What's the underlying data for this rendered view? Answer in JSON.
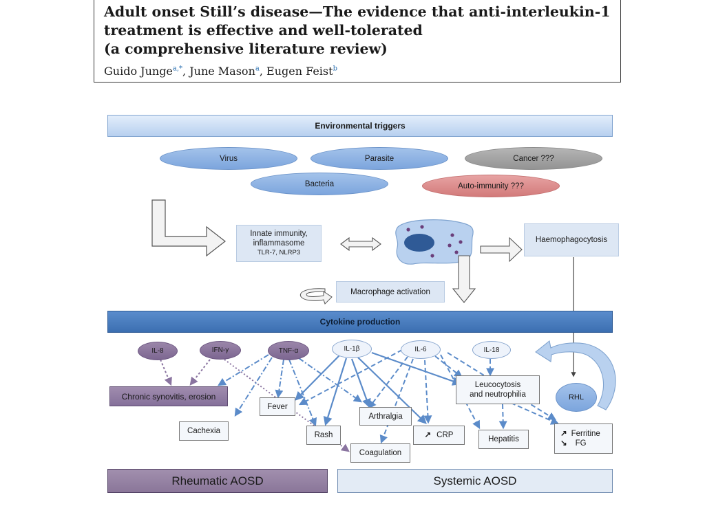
{
  "header": {
    "title_lines": [
      "Adult onset Still’s disease—The evidence that anti-interleukin-1",
      "treatment is effective and well-tolerated",
      "(a comprehensive literature review)"
    ],
    "authors": [
      {
        "name": "Guido Junge",
        "sup": "a,*"
      },
      {
        "name": "June Mason",
        "sup": "a"
      },
      {
        "name": "Eugen Feist",
        "sup": "b"
      }
    ],
    "separator": ", "
  },
  "diagram": {
    "environmental_triggers": "Environmental triggers",
    "triggers": {
      "virus": "Virus",
      "parasite": "Parasite",
      "cancer": "Cancer ???",
      "bacteria": "Bacteria",
      "autoimmunity": "Auto-immunity ???"
    },
    "innate_immunity": {
      "line1": "Innate immunity,",
      "line2": "inflammasome",
      "line3": "TLR-7, NLRP3"
    },
    "haemophagocytosis": "Haemophagocytosis",
    "macrophage_activation": "Macrophage activation",
    "cytokine_production": "Cytokine production",
    "cytokines": {
      "il8": "IL-8",
      "ifng": "IFN-γ",
      "tnfa": "TNF-α",
      "il1b": "IL-1β",
      "il6": "IL-6",
      "il18": "IL-18"
    },
    "outcomes": {
      "chronic_synovitis": "Chronic synovitis, erosion",
      "fever": "Fever",
      "cachexia": "Cachexia",
      "rash": "Rash",
      "arthralgia": "Arthralgia",
      "coagulation": "Coagulation",
      "crp": "CRP",
      "crp_arrow": "↗",
      "leucocytosis_line1": "Leucocytosis",
      "leucocytosis_line2": "and neutrophilia",
      "hepatitis": "Hepatitis",
      "rhl": "RHL",
      "ferritine": "Ferritine",
      "ferritine_arrow": "↗",
      "fg": "FG",
      "fg_arrow": "↘"
    },
    "rheumatic_aosd": "Rheumatic AOSD",
    "systemic_aosd": "Systemic AOSD"
  },
  "colors": {
    "arrow_blue": "#5b8bc9",
    "arrow_purple": "#8a74a0"
  }
}
